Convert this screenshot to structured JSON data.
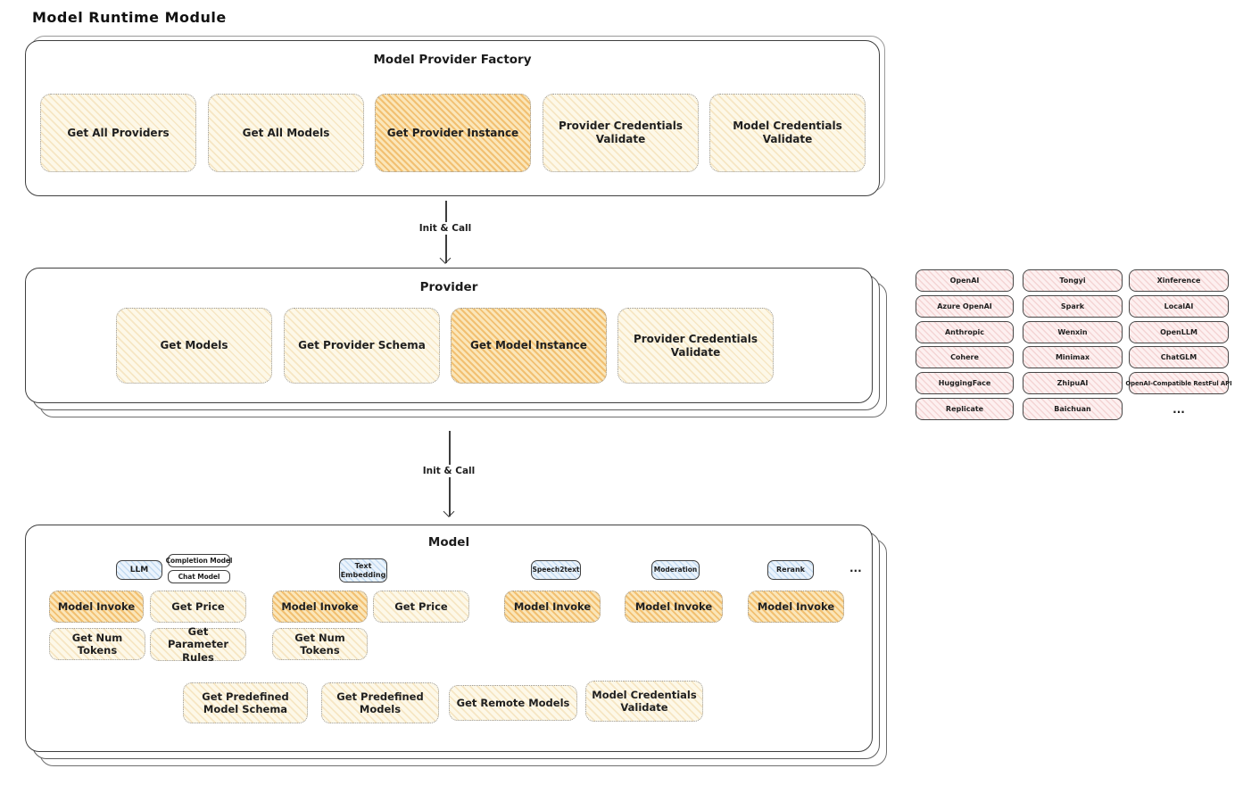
{
  "title": "Model Runtime Module",
  "colors": {
    "node_cream": "#fdf8e8",
    "node_highlight": "#fae3b4",
    "provider_pink": "#fdf0f0",
    "type_blue": "#eaf3fc",
    "box_border": "#3f3f3f",
    "dotted_border": "#9a9a9a"
  },
  "factory": {
    "title": "Model Provider Factory",
    "buttons": [
      {
        "label": "Get All Providers",
        "highlight": false
      },
      {
        "label": "Get All Models",
        "highlight": false
      },
      {
        "label": "Get Provider Instance",
        "highlight": true
      },
      {
        "label": "Provider Credentials Validate",
        "highlight": false
      },
      {
        "label": "Model Credentials Validate",
        "highlight": false
      }
    ]
  },
  "arrow1": {
    "label": "Init & Call"
  },
  "arrow2": {
    "label": "Init & Call"
  },
  "provider": {
    "title": "Provider",
    "buttons": [
      {
        "label": "Get Models",
        "highlight": false
      },
      {
        "label": "Get Provider Schema",
        "highlight": false
      },
      {
        "label": "Get Model Instance",
        "highlight": true
      },
      {
        "label": "Provider Credentials Validate",
        "highlight": false
      }
    ]
  },
  "grid": {
    "columns": [
      [
        "OpenAI",
        "Azure OpenAI",
        "Anthropic",
        "Cohere",
        "HuggingFace",
        "Replicate"
      ],
      [
        "Tongyi",
        "Spark",
        "Wenxin",
        "Minimax",
        "ZhipuAI",
        "Baichuan"
      ],
      [
        "Xinference",
        "LocalAI",
        "OpenLLM",
        "ChatGLM",
        "OpenAI-Compatible RestFul API"
      ]
    ],
    "ellipsis": "..."
  },
  "model": {
    "title": "Model",
    "types": [
      "LLM",
      "Completion Model",
      "Chat Model",
      "Text Embedding",
      "Speech2text",
      "Moderation",
      "Rerank"
    ],
    "more": "...",
    "actions": {
      "model_invoke": "Model Invoke",
      "get_price": "Get Price",
      "get_num_tokens": "Get Num Tokens",
      "get_parameter_rules": "Get Parameter Rules",
      "get_predefined_model_schema": "Get Predefined Model Schema",
      "get_predefined_models": "Get Predefined Models",
      "get_remote_models": "Get Remote Models",
      "model_credentials_validate": "Model Credentials Validate"
    }
  }
}
